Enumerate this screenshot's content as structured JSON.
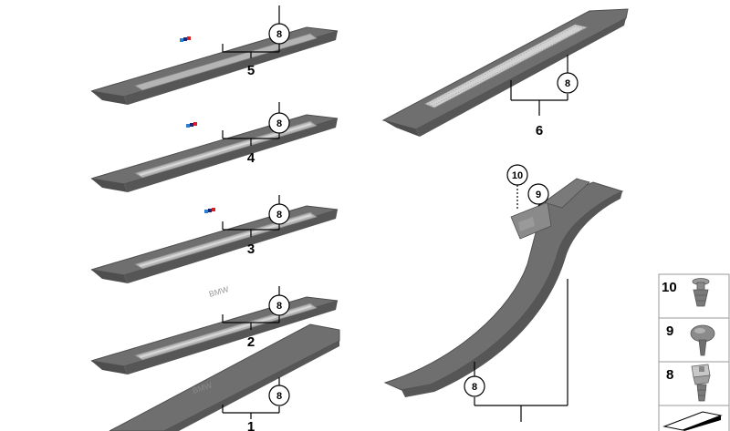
{
  "colors": {
    "trim": "#6f6f6f",
    "trim_dark": "#4e4e4e",
    "trim_light": "#8a8a8a",
    "insert": "#b4b4b4",
    "insert_light": "#d6d6d6",
    "line": "#000000",
    "m_blue_light": "#2a7fd4",
    "m_blue_dark": "#1c2a7c",
    "m_red": "#d6202a"
  },
  "parts": {
    "p5": {
      "number": "5",
      "callout": "8"
    },
    "p4": {
      "number": "4",
      "callout": "8"
    },
    "p3": {
      "number": "3",
      "callout": "8"
    },
    "p2": {
      "number": "2",
      "callout": "8",
      "logo": "BMW"
    },
    "p1": {
      "number": "1",
      "callout": "8",
      "logo": "BMW"
    },
    "p6": {
      "number": "6",
      "callout": "8"
    },
    "p7": {
      "callout_8": "8",
      "callout_9": "9",
      "callout_10": "10"
    }
  },
  "legend": [
    {
      "number": "10",
      "icon": "push-rivet-icon"
    },
    {
      "number": "9",
      "icon": "spreader-rivet-icon"
    },
    {
      "number": "8",
      "icon": "clip-nut-icon"
    },
    {
      "number": "",
      "icon": "strip-icon"
    }
  ]
}
